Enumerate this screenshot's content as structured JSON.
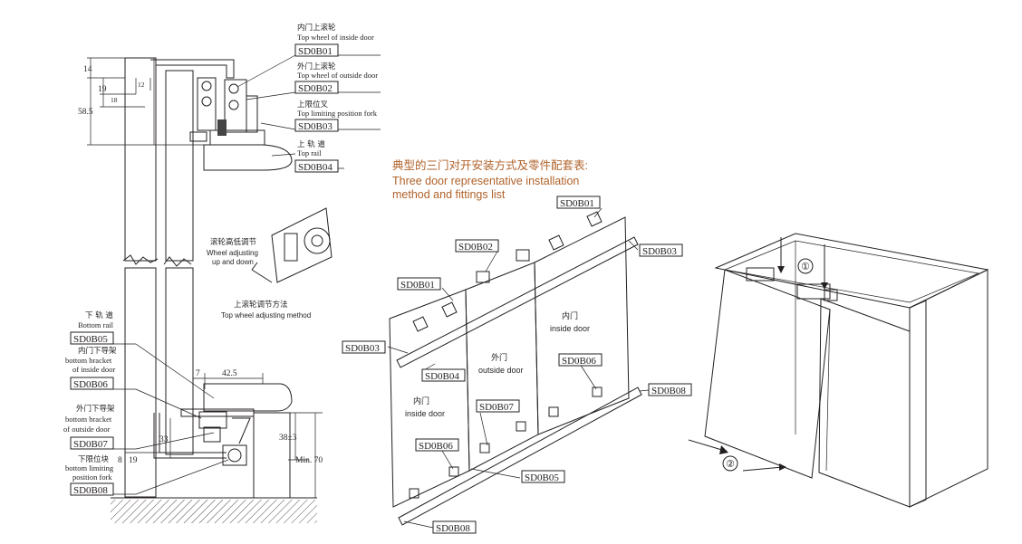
{
  "labels": {
    "b01": {
      "cn": "内门上滚轮",
      "en": "Top wheel of inside door",
      "code": "SD0B01"
    },
    "b02": {
      "cn": "外门上滚轮",
      "en": "Top wheel of outside door",
      "code": "SD0B02"
    },
    "b03": {
      "cn": "上限位叉",
      "en": "Top limiting position fork",
      "code": "SD0B03"
    },
    "b04": {
      "cn": "上 轨 道",
      "en": "Top rail",
      "code": "SD0B04"
    },
    "b05": {
      "cn": "下 轨 道",
      "en": "Bottom rail",
      "code": "SD0B05"
    },
    "b06": {
      "cn": "内门下导架",
      "en1": "bottom bracket",
      "en2": "of inside door",
      "code": "SD0B06"
    },
    "b07": {
      "cn": "外门下导架",
      "en1": "bottom bracket",
      "en2": "of outside door",
      "code": "SD0B07"
    },
    "b08": {
      "cn": "下限位块",
      "en1": "bottom limiting",
      "en2": "position fork",
      "code": "SD0B08"
    }
  },
  "dimensions": {
    "d14": "14",
    "d19": "19",
    "d12": "12",
    "d18": "18",
    "d58": "58.5",
    "d7": "7",
    "d42": "42.5",
    "d38": "38±3",
    "d33": "33",
    "d8": "8",
    "d19b": "19",
    "dmin": "Min. 70"
  },
  "adjust": {
    "cn": "滚轮高低调节",
    "en1": "Wheel adjusting",
    "en2": "up and down",
    "method_cn": "上滚轮调节方法",
    "method_en": "Top wheel adjusting method"
  },
  "title": {
    "cn": "典型的三门对开安装方式及零件配套表:",
    "en1": "Three door representative installation",
    "en2": "method and fittings list"
  },
  "exploded": {
    "codes": {
      "b01a": "SD0B01",
      "b01b": "SD0B01",
      "b02": "SD0B02",
      "b03a": "SD0B03",
      "b03b": "SD0B03",
      "b04": "SD0B04",
      "b05": "SD0B05",
      "b06a": "SD0B06",
      "b06b": "SD0B06",
      "b07": "SD0B07",
      "b08a": "SD0B08",
      "b08b": "SD0B08"
    },
    "doors": {
      "inner_right_cn": "内门",
      "inner_right_en": "inside door",
      "outer_cn": "外门",
      "outer_en": "outside door",
      "inner_left_cn": "内门",
      "inner_left_en": "inside door"
    }
  },
  "cabinet": {
    "step1": "①",
    "step2": "②"
  }
}
